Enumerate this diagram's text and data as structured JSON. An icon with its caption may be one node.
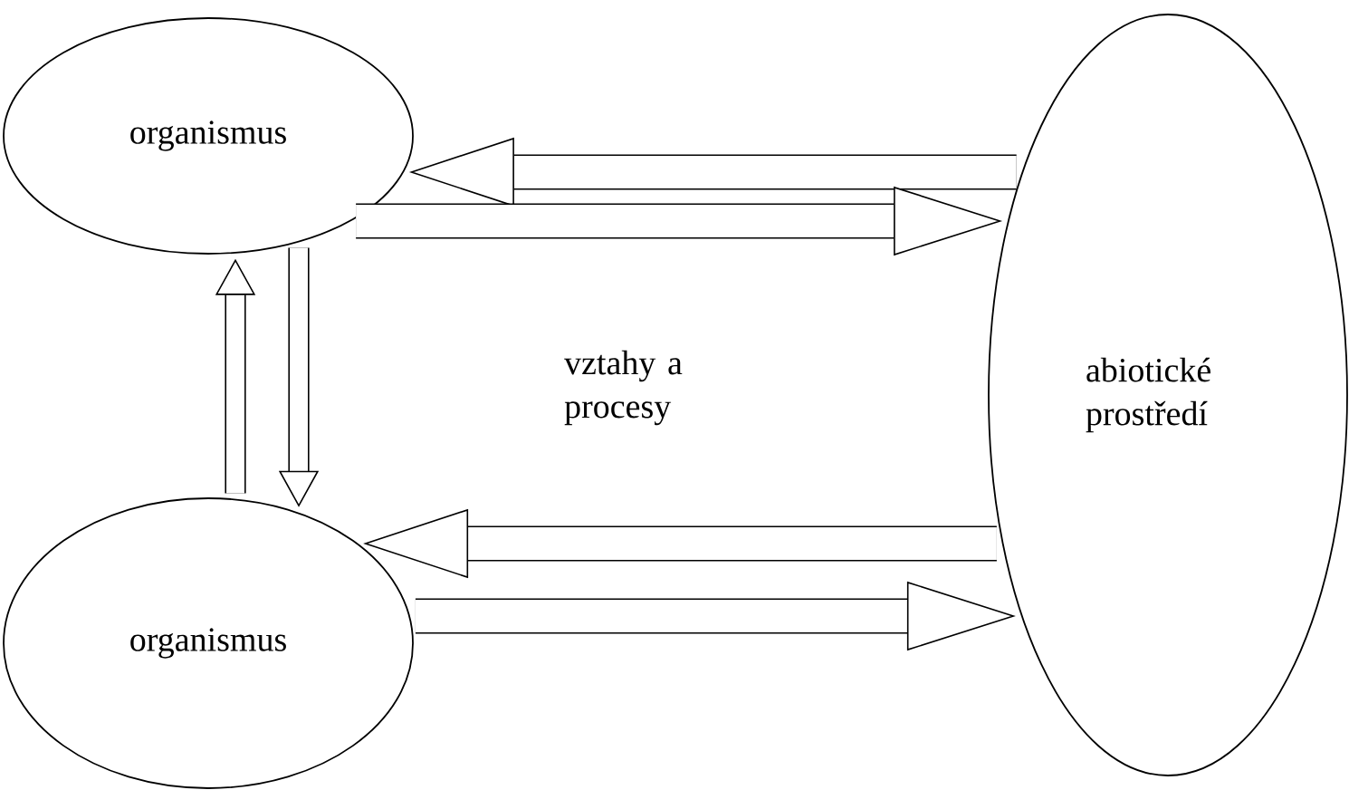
{
  "diagram": {
    "nodes": [
      {
        "text": [
          "organismus"
        ]
      },
      {
        "text": [
          "organismus"
        ]
      },
      {
        "text": [
          "abiotické prostředí"
        ]
      }
    ],
    "edges": [
      {
        "from": 2,
        "to": 0,
        "arrow": "to"
      },
      {
        "from": 0,
        "to": 2,
        "arrow": "to"
      },
      {
        "from": 2,
        "to": 1,
        "arrow": "to"
      },
      {
        "from": 1,
        "to": 2,
        "arrow": "to"
      },
      {
        "from": 1,
        "to": 0,
        "arrow": "to"
      },
      {
        "from": 0,
        "to": 1,
        "arrow": "to"
      }
    ],
    "labels": [
      "vztahy a procesy"
    ]
  }
}
